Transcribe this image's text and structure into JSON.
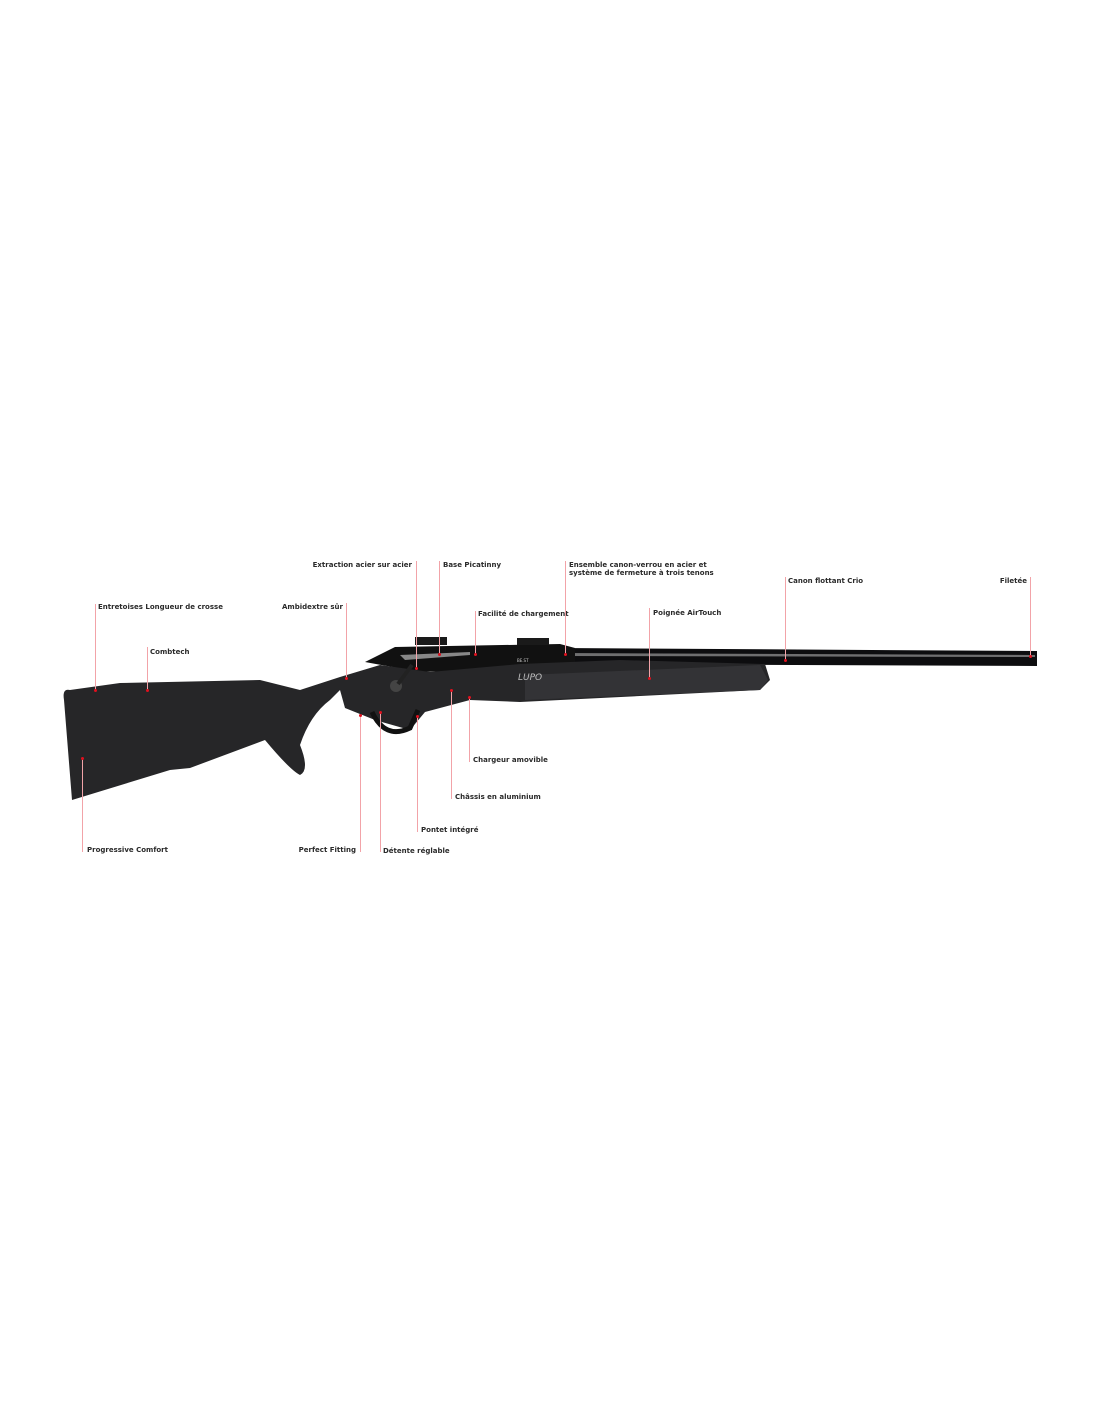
{
  "accent_color": "#e0101e",
  "model_marking": "LUPO",
  "brand_marking": "BE.ST",
  "callouts": [
    {
      "id": "entretoises",
      "label": "Entretoises Longueur de crosse"
    },
    {
      "id": "combtech",
      "label": "Combtech"
    },
    {
      "id": "ambidextre",
      "label": "Ambidextre sûr"
    },
    {
      "id": "extraction",
      "label": "Extraction acier sur acier"
    },
    {
      "id": "picatinny",
      "label": "Base Picatinny"
    },
    {
      "id": "chargement",
      "label": "Facilité de chargement"
    },
    {
      "id": "ensemble",
      "label": "Ensemble canon-verrou en acier et",
      "label2": "système de fermeture à trois tenons"
    },
    {
      "id": "airtouch",
      "label": "Poignée AirTouch"
    },
    {
      "id": "crio",
      "label": "Canon flottant Crio"
    },
    {
      "id": "filetee",
      "label": "Filetée"
    },
    {
      "id": "progressive",
      "label": "Progressive Comfort"
    },
    {
      "id": "fitting",
      "label": "Perfect Fitting"
    },
    {
      "id": "detente",
      "label": "Détente réglable"
    },
    {
      "id": "pontet",
      "label": "Pontet intégré"
    },
    {
      "id": "chassis",
      "label": "Châssis en aluminium"
    },
    {
      "id": "chargeur",
      "label": "Chargeur amovible"
    }
  ]
}
